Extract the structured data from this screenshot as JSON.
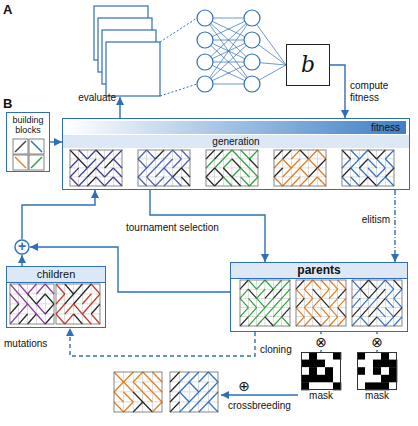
{
  "diagram": {
    "nodes": [
      {
        "text": [
          "b"
        ]
      },
      {
        "text": [
          "building blocks"
        ]
      },
      {
        "text": [
          "generation"
        ]
      },
      {
        "text": [
          "fitness"
        ],
        "in": 2
      },
      {
        "text": [
          "+"
        ]
      },
      {
        "text": [
          "children"
        ]
      },
      {
        "text": [
          "parents"
        ]
      },
      {
        "text": [
          "mask"
        ]
      },
      {
        "text": [
          "mask"
        ]
      }
    ],
    "edges": [
      {
        "from": 0,
        "to": 2,
        "label": "compute fitness",
        "arrow": "to"
      },
      {
        "from": 1,
        "to": 2,
        "arrow": "to"
      },
      {
        "from": 2,
        "to": 6,
        "label": "tournament selection",
        "arrow": "to"
      },
      {
        "from": 2,
        "to": 6,
        "label": "elitism",
        "arrow": "to"
      },
      {
        "from": 6,
        "to": 4,
        "arrow": "to"
      },
      {
        "from": 5,
        "to": 4,
        "arrow": "to"
      },
      {
        "from": 4,
        "to": 2,
        "arrow": "to"
      },
      {
        "from": 6,
        "to": 5,
        "label": "cloning",
        "arrow": "to"
      },
      {
        "from": 6,
        "to": 7,
        "arrow": "none"
      },
      {
        "from": 6,
        "to": 8,
        "arrow": "none"
      }
    ],
    "labels": [
      "A",
      "B",
      "evaluate",
      "mutations",
      "⊗",
      "⊗",
      "crossbreeding",
      "⊕"
    ]
  }
}
